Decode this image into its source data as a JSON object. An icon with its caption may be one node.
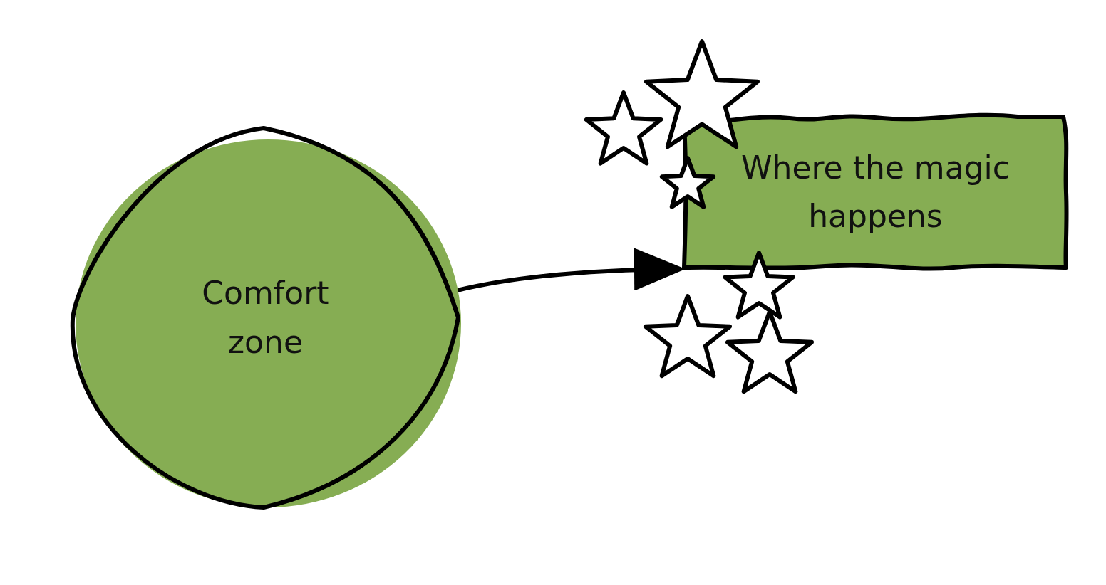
{
  "diagram": {
    "nodes": [
      {
        "text": [
          "Comfort zone"
        ]
      },
      {
        "text": [
          "Where the magic happens"
        ]
      }
    ],
    "edges": [
      {
        "from": 0,
        "to": 1,
        "arrow": "to"
      }
    ]
  }
}
